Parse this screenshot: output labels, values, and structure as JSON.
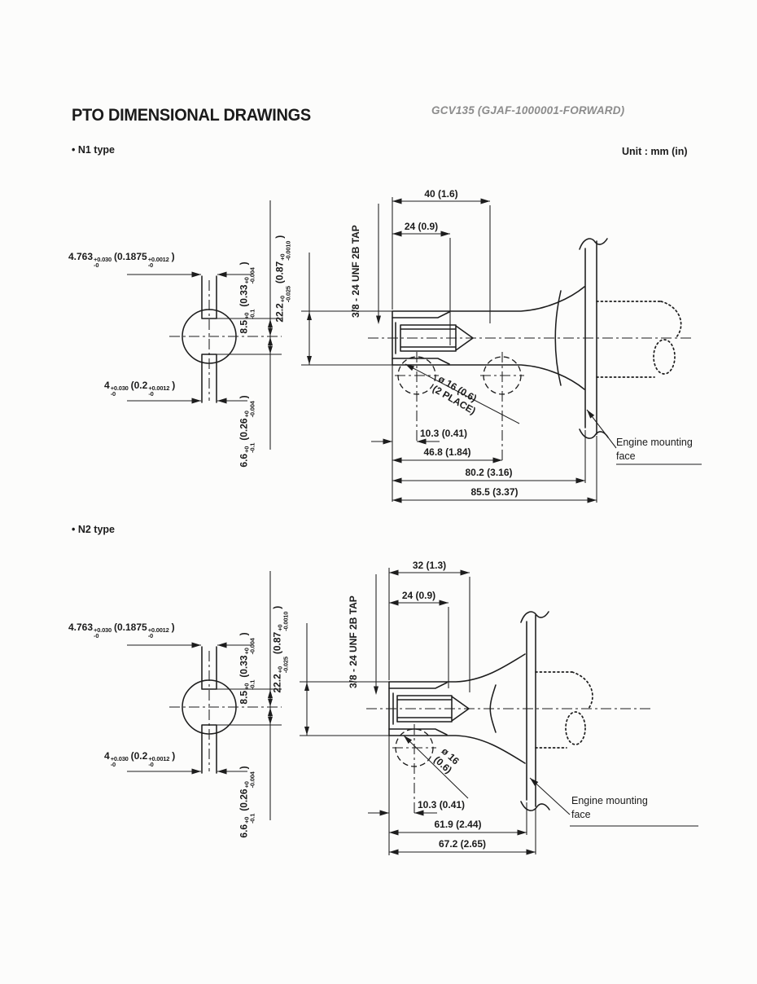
{
  "page": {
    "title": "PTO DIMENSIONAL DRAWINGS",
    "model": "GCV135 (GJAF-1000001-FORWARD)",
    "unit_label": "Unit : mm (in)",
    "n1_section_label": "• N1 type",
    "n2_section_label": "• N2 type"
  },
  "cross_section": {
    "key_width_top": {
      "mm": "4.763",
      "mm_tol_u": "+0.030",
      "mm_tol_l": "-0",
      "inch": "(0.1875",
      "in_tol_u": "+0.0012",
      "in_tol_l": "-0",
      "close": ")"
    },
    "key_width_bottom": {
      "mm": "4",
      "mm_tol_u": "+0.030",
      "mm_tol_l": "-0",
      "inch": "(0.2",
      "in_tol_u": "+0.0012",
      "in_tol_l": "-0",
      "close": ")"
    },
    "key_height_top": {
      "mm": "8.5",
      "mm_tol_u": "+0",
      "mm_tol_l": "-0.1",
      "inch": "(0.33",
      "in_tol_u": "+0",
      "in_tol_l": "-0.004",
      "close": ")"
    },
    "key_height_bottom": {
      "mm": "6.6",
      "mm_tol_u": "+0",
      "mm_tol_l": "-0.1",
      "inch": "(0.26",
      "in_tol_u": "+0",
      "in_tol_l": "-0.004",
      "close": ")"
    },
    "shaft_diameter": {
      "mm": "22.2",
      "mm_tol_u": "+0",
      "mm_tol_l": "-0.025",
      "inch": "(0.87",
      "in_tol_u": "+0",
      "in_tol_l": "-0.0010",
      "close": ")"
    }
  },
  "n1": {
    "tap_label": "3/8 - 24 UNF 2B TAP",
    "dim_top_outer": "40 (1.6)",
    "dim_top_inner": "24 (0.9)",
    "hole_label_line1": "ø 16 (0.6)",
    "hole_label_line2": "(2 PLACE)",
    "dim_hole1": "10.3 (0.41)",
    "dim_hole2": "46.8 (1.84)",
    "dim_to_face": "80.2 (3.16)",
    "dim_overall": "85.5 (3.37)",
    "mount_line1": "Engine mounting",
    "mount_line2": "face"
  },
  "n2": {
    "tap_label": "3/8 - 24 UNF 2B TAP",
    "dim_top_outer": "32 (1.3)",
    "dim_top_inner": "24 (0.9)",
    "hole_label_line1": "ø 16",
    "hole_label_line2": "(0.6)",
    "dim_hole1": "10.3 (0.41)",
    "dim_to_face": "61.9 (2.44)",
    "dim_overall": "67.2 (2.65)",
    "mount_line1": "Engine mounting",
    "mount_line2": "face"
  }
}
